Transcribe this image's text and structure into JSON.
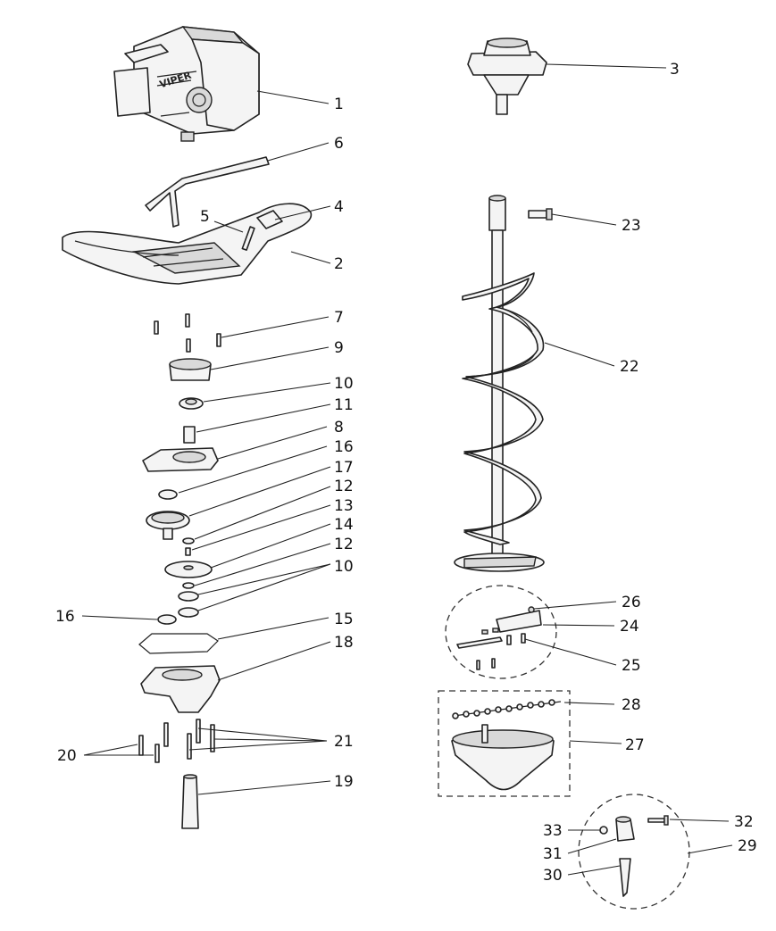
{
  "diagram": {
    "labels": [
      {
        "id": "l1",
        "text": "1"
      },
      {
        "id": "l2",
        "text": "2"
      },
      {
        "id": "l3",
        "text": "3"
      },
      {
        "id": "l4",
        "text": "4"
      },
      {
        "id": "l5",
        "text": "5"
      },
      {
        "id": "l6",
        "text": "6"
      },
      {
        "id": "l7",
        "text": "7"
      },
      {
        "id": "l8",
        "text": "8"
      },
      {
        "id": "l9",
        "text": "9"
      },
      {
        "id": "l10a",
        "text": "10"
      },
      {
        "id": "l11",
        "text": "11"
      },
      {
        "id": "l16a",
        "text": "16"
      },
      {
        "id": "l17",
        "text": "17"
      },
      {
        "id": "l12a",
        "text": "12"
      },
      {
        "id": "l13",
        "text": "13"
      },
      {
        "id": "l14",
        "text": "14"
      },
      {
        "id": "l12b",
        "text": "12"
      },
      {
        "id": "l10b",
        "text": "10"
      },
      {
        "id": "l16b",
        "text": "16"
      },
      {
        "id": "l15",
        "text": "15"
      },
      {
        "id": "l18",
        "text": "18"
      },
      {
        "id": "l20",
        "text": "20"
      },
      {
        "id": "l21",
        "text": "21"
      },
      {
        "id": "l19",
        "text": "19"
      },
      {
        "id": "l23",
        "text": "23"
      },
      {
        "id": "l22",
        "text": "22"
      },
      {
        "id": "l26",
        "text": "26"
      },
      {
        "id": "l24",
        "text": "24"
      },
      {
        "id": "l25",
        "text": "25"
      },
      {
        "id": "l28",
        "text": "28"
      },
      {
        "id": "l27",
        "text": "27"
      },
      {
        "id": "l33",
        "text": "33"
      },
      {
        "id": "l32",
        "text": "32"
      },
      {
        "id": "l31",
        "text": "31"
      },
      {
        "id": "l29",
        "text": "29"
      },
      {
        "id": "l30",
        "text": "30"
      }
    ],
    "engine_brand": "VIPER"
  }
}
